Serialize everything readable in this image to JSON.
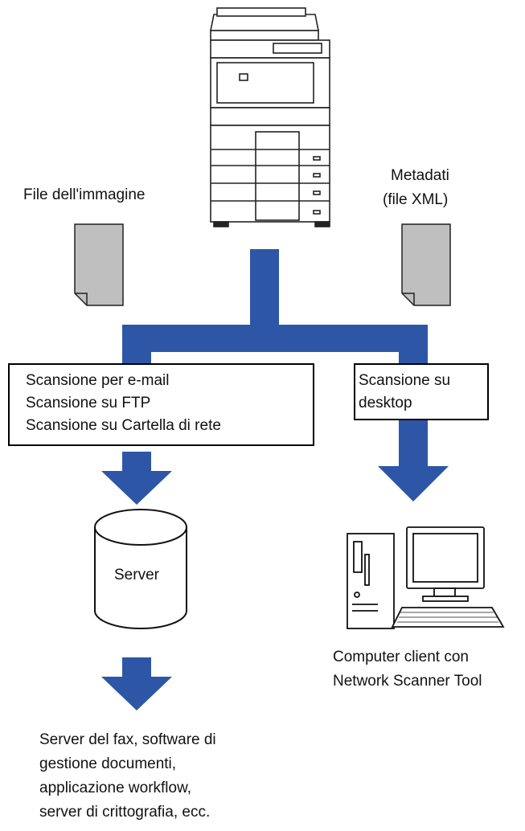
{
  "labels": {
    "image_file": "File dell'immagine",
    "metadata_line1": "Metadati",
    "metadata_line2": "(file XML)",
    "server": "Server",
    "client_line1": "Computer client con",
    "client_line2": "Network Scanner Tool"
  },
  "left_box": {
    "lines": [
      "Scansione per e-mail",
      "Scansione su FTP",
      "Scansione su Cartella di rete"
    ]
  },
  "right_box": {
    "lines": [
      "Scansione su",
      "desktop"
    ]
  },
  "destinations": {
    "lines": [
      "Server del fax, software di",
      "gestione documenti,",
      "applicazione workflow,",
      "server di crittografia, ecc."
    ]
  },
  "colors": {
    "flow": "#2e56a6",
    "document": "#bfbfbf"
  }
}
